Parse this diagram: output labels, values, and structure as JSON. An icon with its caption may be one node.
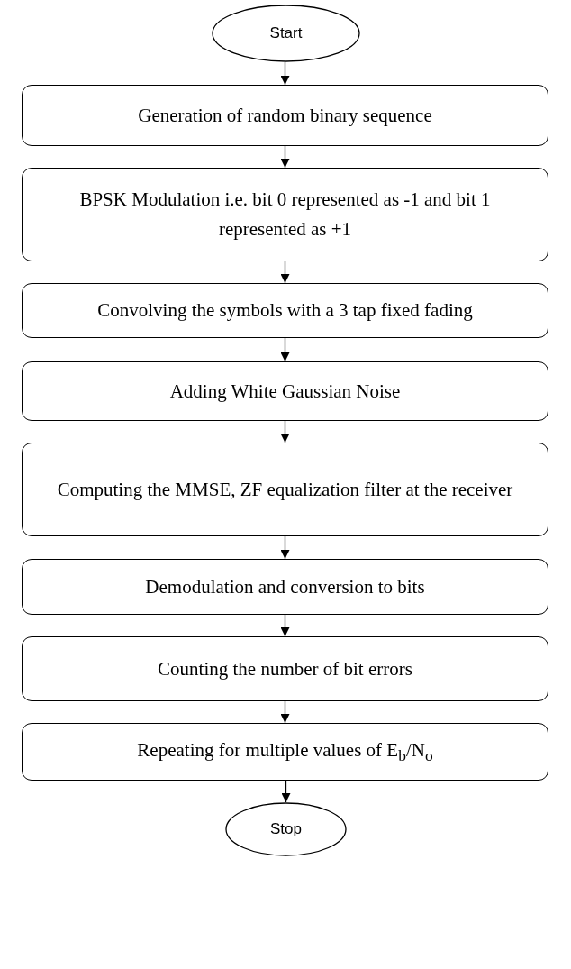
{
  "diagram": {
    "nodes": [
      {
        "text": [
          "Start"
        ]
      },
      {
        "text": [
          "Generation of random binary sequence"
        ]
      },
      {
        "text": [
          "BPSK Modulation i.e. bit 0 represented as -1 and bit 1 represented as +1"
        ]
      },
      {
        "text": [
          "Convolving the symbols with a 3 tap fixed fading"
        ]
      },
      {
        "text": [
          "Adding White Gaussian Noise"
        ]
      },
      {
        "text": [
          "Computing the MMSE, ZF equalization filter at the receiver"
        ]
      },
      {
        "text": [
          "Demodulation and conversion to bits"
        ]
      },
      {
        "text": [
          "Counting the number of bit errors"
        ]
      },
      {
        "text": [
          "Repeating for multiple values of E$_{b}$/N$_{o}$"
        ]
      },
      {
        "text": [
          "Stop"
        ]
      }
    ],
    "edges": [
      {
        "from": 0,
        "to": 1,
        "arrow": "to"
      },
      {
        "from": 1,
        "to": 2,
        "arrow": "to"
      },
      {
        "from": 2,
        "to": 3,
        "arrow": "to"
      },
      {
        "from": 3,
        "to": 4,
        "arrow": "to"
      },
      {
        "from": 4,
        "to": 5,
        "arrow": "to"
      },
      {
        "from": 5,
        "to": 6,
        "arrow": "to"
      },
      {
        "from": 6,
        "to": 7,
        "arrow": "to"
      },
      {
        "from": 7,
        "to": 8,
        "arrow": "to"
      },
      {
        "from": 8,
        "to": 9,
        "arrow": "to"
      }
    ]
  }
}
